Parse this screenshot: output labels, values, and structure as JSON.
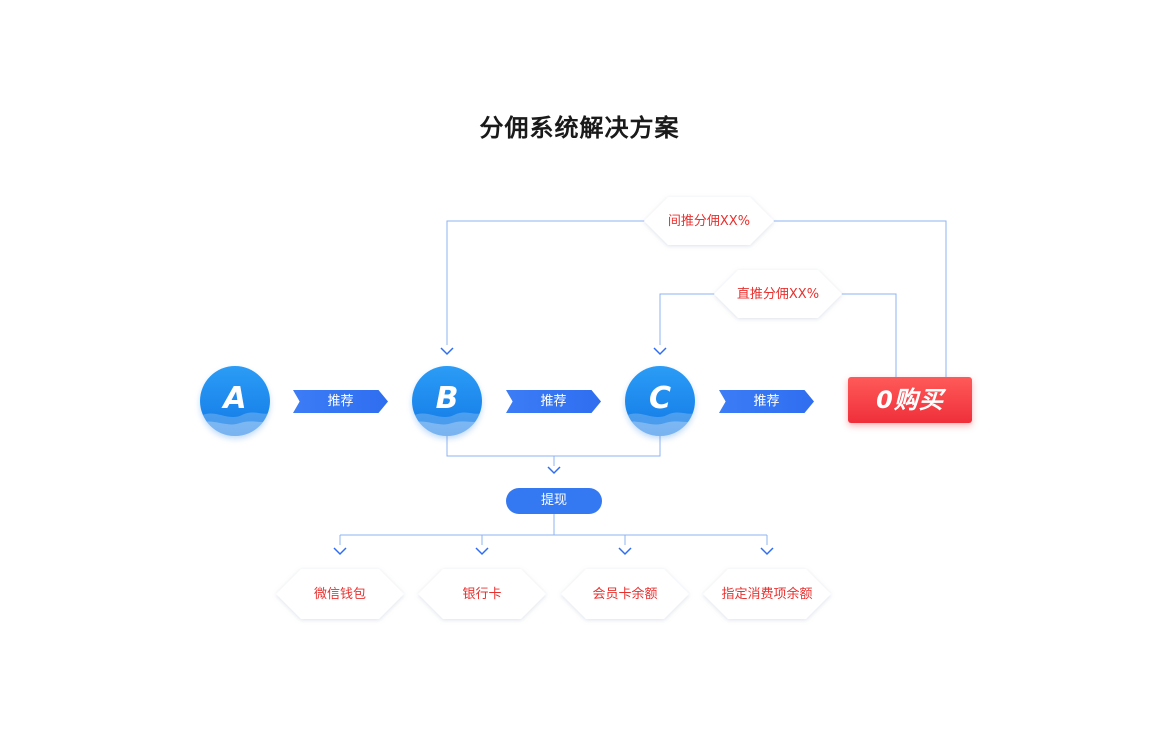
{
  "title": "分佣系统解决方案",
  "nodes": [
    {
      "id": "A",
      "label": "A"
    },
    {
      "id": "B",
      "label": "B"
    },
    {
      "id": "C",
      "label": "C"
    }
  ],
  "recommend_label": "推荐",
  "buy_label": "0购买",
  "withdraw_label": "提现",
  "commission": {
    "indirect": "间推分佣XX%",
    "direct": "直推分佣XX%"
  },
  "withdraw_options": [
    "微信钱包",
    "银行卡",
    "会员卡余额",
    "指定消费项余额"
  ],
  "colors": {
    "node_blue": "#1a87ee",
    "tag_blue": "#3478f2",
    "line_blue": "#8fb3f2",
    "arrow_blue": "#2f6ef0",
    "buy_red": "#ef2f3a",
    "label_red": "#e8312f"
  }
}
